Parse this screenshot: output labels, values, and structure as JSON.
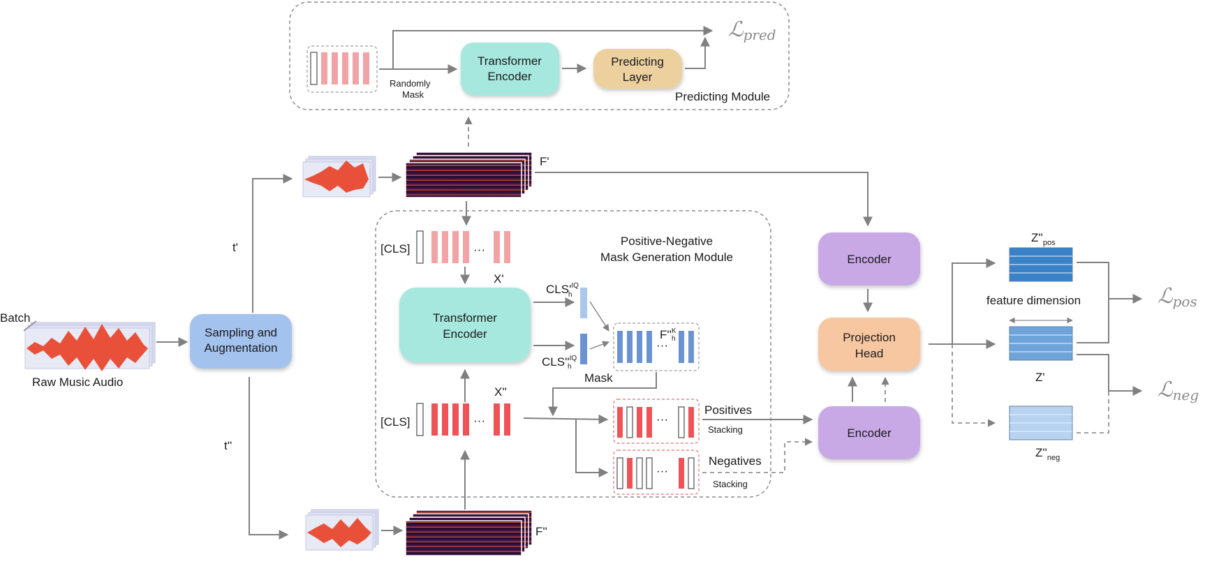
{
  "labels": {
    "batch": "Batch",
    "raw_audio": "Raw Music Audio",
    "sampling": [
      "Sampling and",
      "Augmentation"
    ],
    "t_prime": "t'",
    "t_dprime": "t''",
    "f_prime": "F'",
    "f_dprime": "F''",
    "randomly_mask": [
      "Randomly",
      "Mask"
    ],
    "transformer_top": [
      "Transformer",
      "Encoder"
    ],
    "predicting_layer": [
      "Predicting",
      "Layer"
    ],
    "predicting_module": "Predicting Module",
    "pn_module": [
      "Positive-Negative",
      "Mask Generation Module"
    ],
    "cls": "[CLS]",
    "x_prime": "X'",
    "x_dprime": "X''",
    "transformer_mid": [
      "Transformer",
      "Encoder"
    ],
    "cls_q1": "CLS'",
    "cls_q1_sup": "IQ",
    "cls_q1_sub": "h",
    "cls_q2": "CLS''",
    "cls_q2_sup": "IQ",
    "cls_q2_sub": "h",
    "f_h": "F''",
    "f_h_sup": "K",
    "f_h_sub": "h",
    "mask": "Mask",
    "positives": "Positives",
    "negatives": "Negatives",
    "stacking": "Stacking",
    "encoder": "Encoder",
    "projection": [
      "Projection",
      "Head"
    ],
    "z_pos": "Z''",
    "z_pos_sub": "pos",
    "feature_dim": "feature dimension",
    "z_prime": "Z'",
    "z_neg": "Z''",
    "z_neg_sub": "neg",
    "l_pred": "ℒ",
    "l_pred_sub": "pred",
    "l_pos": "ℒ",
    "l_pos_sub": "pos",
    "l_neg": "ℒ",
    "l_neg_sub": "neg",
    "ellipsis": "···"
  },
  "colors": {
    "teal": "#a6e8de",
    "tan": "#ecd09e",
    "blue_box": "#a3c2ee",
    "purple": "#c8a9e6",
    "orange": "#f7c7a1",
    "token_light": "#f2a3a6",
    "token_red": "#ef5358",
    "token_blue": "#6b93d2",
    "token_lightblue": "#a9c8ec",
    "z_dark": "#3a82c8",
    "z_mid": "#6ea4da",
    "z_light": "#b7d3ef"
  }
}
